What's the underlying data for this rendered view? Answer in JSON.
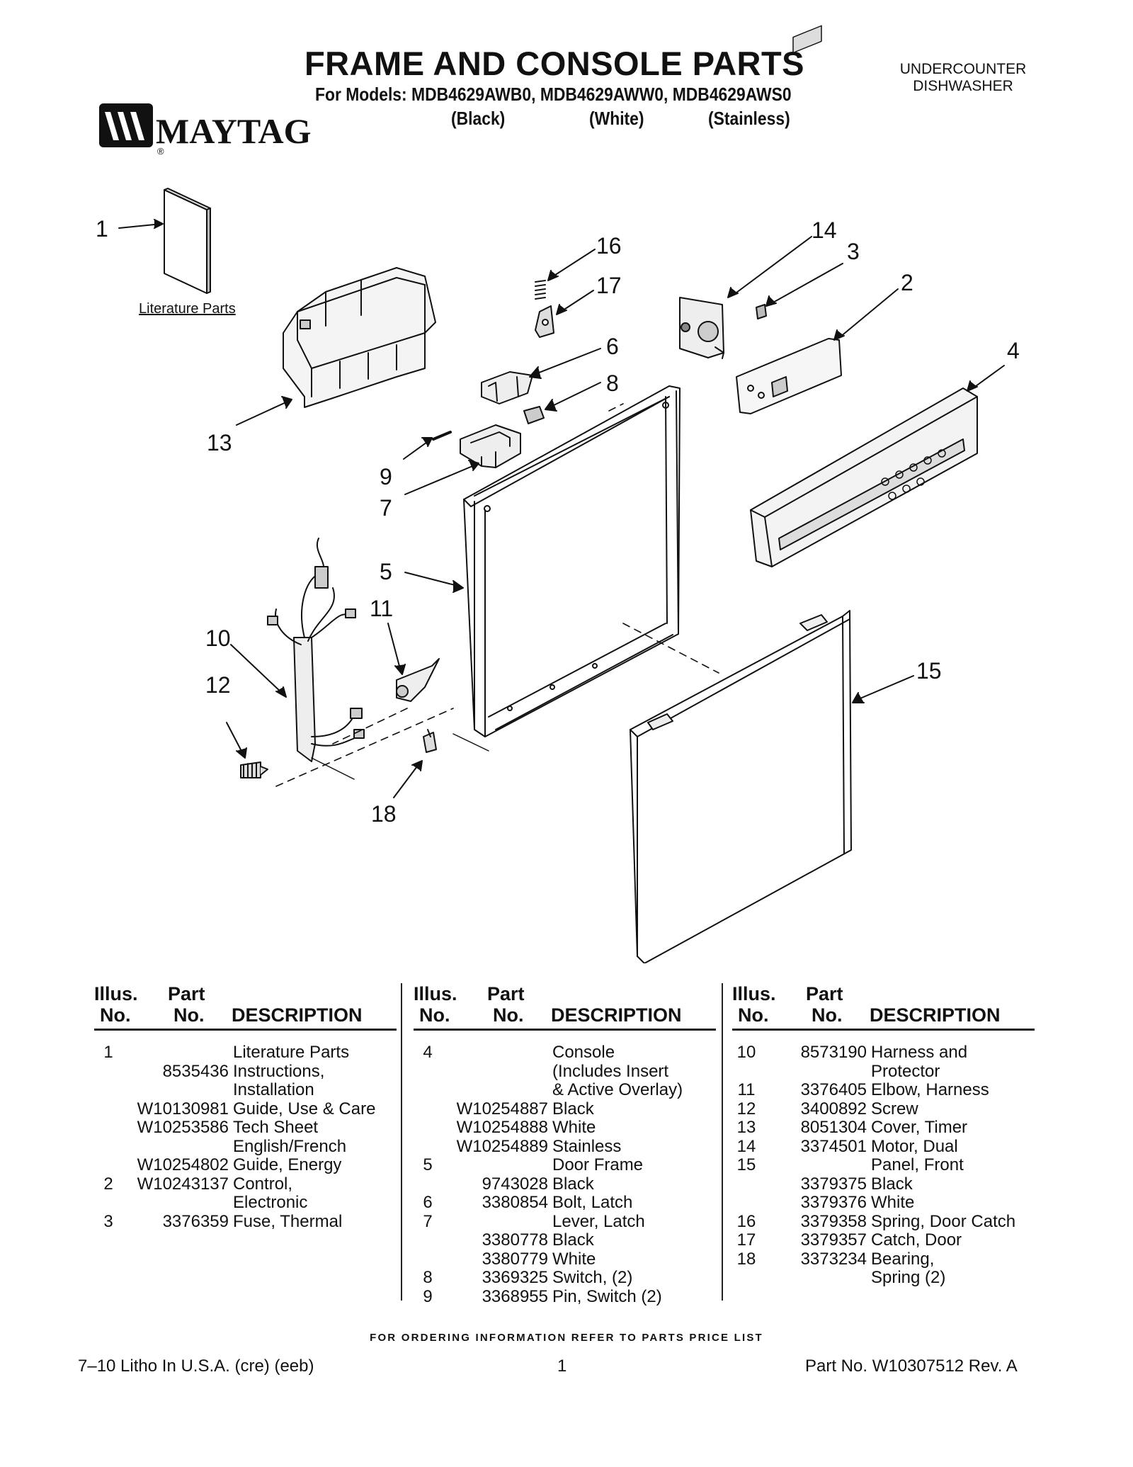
{
  "header": {
    "title": "FRAME AND CONSOLE PARTS",
    "subtitle": "For Models: MDB4629AWB0, MDB4629AWW0, MDB4629AWS0",
    "finishes": [
      "(Black)",
      "(White)",
      "(Stainless)"
    ],
    "category_line1": "UNDERCOUNTER",
    "category_line2": "DISHWASHER",
    "brand": "MAYTAG",
    "registered_mark": "®"
  },
  "diagram": {
    "literature_label": "Literature Parts",
    "callouts": [
      "1",
      "16",
      "17",
      "14",
      "3",
      "2",
      "6",
      "4",
      "8",
      "13",
      "9",
      "7",
      "5",
      "11",
      "10",
      "12",
      "15",
      "18"
    ]
  },
  "table": {
    "headers": {
      "illus_line1": "Illus.",
      "illus_line2": "No.",
      "part_line1": "Part",
      "part_line2": "No.",
      "description": "DESCRIPTION"
    },
    "columns": [
      [
        {
          "illus": "1",
          "part": "",
          "desc": "Literature Parts"
        },
        {
          "illus": "",
          "part": "8535436",
          "desc": "Instructions,"
        },
        {
          "illus": "",
          "part": "",
          "desc": "Installation"
        },
        {
          "illus": "",
          "part": "W10130981",
          "desc": "Guide, Use & Care"
        },
        {
          "illus": "",
          "part": "W10253586",
          "desc": "Tech Sheet"
        },
        {
          "illus": "",
          "part": "",
          "desc": "English/French"
        },
        {
          "illus": "",
          "part": "W10254802",
          "desc": "Guide, Energy"
        },
        {
          "illus": "2",
          "part": "W10243137",
          "desc": "Control,"
        },
        {
          "illus": "",
          "part": "",
          "desc": "Electronic"
        },
        {
          "illus": "3",
          "part": "3376359",
          "desc": "Fuse, Thermal"
        }
      ],
      [
        {
          "illus": "4",
          "part": "",
          "desc": "Console"
        },
        {
          "illus": "",
          "part": "",
          "desc": "(Includes Insert"
        },
        {
          "illus": "",
          "part": "",
          "desc": "& Active Overlay)"
        },
        {
          "illus": "",
          "part": "W10254887",
          "desc": "Black"
        },
        {
          "illus": "",
          "part": "W10254888",
          "desc": "White"
        },
        {
          "illus": "",
          "part": "W10254889",
          "desc": "Stainless"
        },
        {
          "illus": "5",
          "part": "",
          "desc": "Door Frame"
        },
        {
          "illus": "",
          "part": "9743028",
          "desc": "Black"
        },
        {
          "illus": "6",
          "part": "3380854",
          "desc": "Bolt, Latch"
        },
        {
          "illus": "7",
          "part": "",
          "desc": "Lever, Latch"
        },
        {
          "illus": "",
          "part": "3380778",
          "desc": "Black"
        },
        {
          "illus": "",
          "part": "3380779",
          "desc": "White"
        },
        {
          "illus": "8",
          "part": "3369325",
          "desc": "Switch, (2)"
        },
        {
          "illus": "9",
          "part": "3368955",
          "desc": "Pin, Switch (2)"
        }
      ],
      [
        {
          "illus": "10",
          "part": "8573190",
          "desc": "Harness and"
        },
        {
          "illus": "",
          "part": "",
          "desc": "Protector"
        },
        {
          "illus": "11",
          "part": "3376405",
          "desc": "Elbow, Harness"
        },
        {
          "illus": "12",
          "part": "3400892",
          "desc": "Screw"
        },
        {
          "illus": "13",
          "part": "8051304",
          "desc": "Cover, Timer"
        },
        {
          "illus": "14",
          "part": "3374501",
          "desc": "Motor, Dual"
        },
        {
          "illus": "15",
          "part": "",
          "desc": "Panel, Front"
        },
        {
          "illus": "",
          "part": "3379375",
          "desc": "Black"
        },
        {
          "illus": "",
          "part": "3379376",
          "desc": "White"
        },
        {
          "illus": "16",
          "part": "3379358",
          "desc": "Spring, Door Catch"
        },
        {
          "illus": "17",
          "part": "3379357",
          "desc": "Catch, Door"
        },
        {
          "illus": "18",
          "part": "3373234",
          "desc": "Bearing,"
        },
        {
          "illus": "",
          "part": "",
          "desc": "Spring (2)"
        }
      ]
    ]
  },
  "ordering_note": "FOR ORDERING INFORMATION REFER TO PARTS PRICE LIST",
  "footer": {
    "left": "7–10 Litho In U.S.A. (cre) (eeb)",
    "center": "1",
    "right": "Part No. W10307512 Rev. A"
  }
}
